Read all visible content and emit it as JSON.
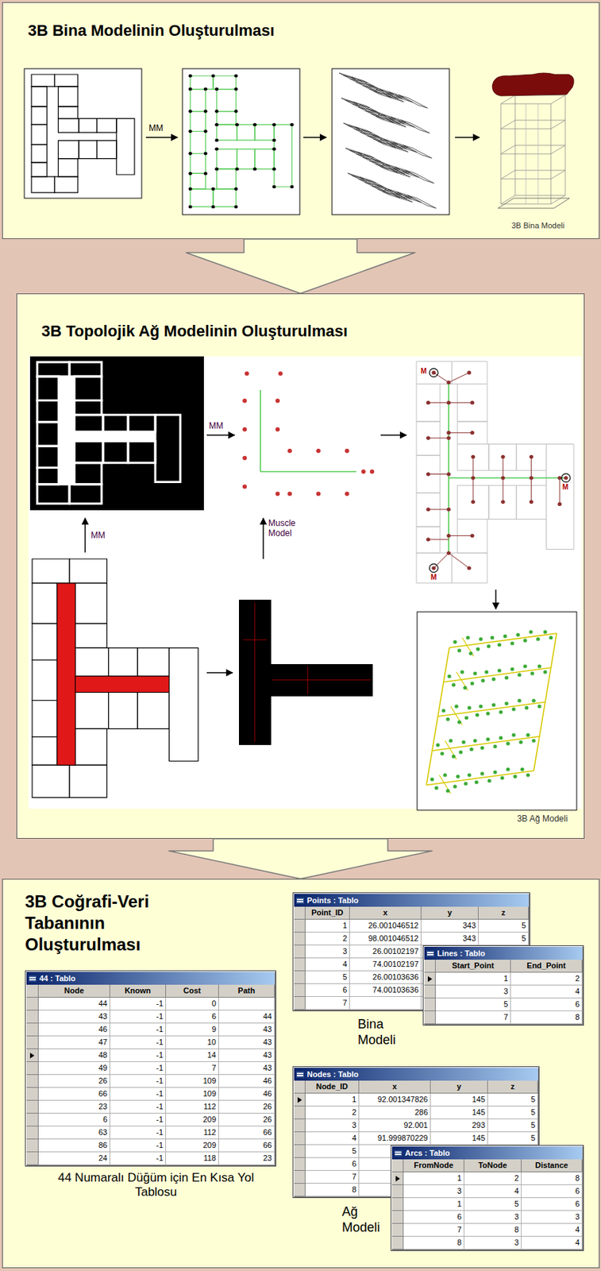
{
  "diagram": {
    "nodes": [
      {
        "text": [
          "3B Bina Modelinin Oluşturulması"
        ]
      },
      {
        "text": [
          "3B Topolojik Ağ Modelinin Oluşturulması"
        ]
      },
      {
        "text": [
          "3B Coğrafi-Veri Tabanının Oluşturulması"
        ]
      },
      {
        "text": [
          "44 : Tablo",
          "Node",
          "Known",
          "Cost",
          "Path",
          "44",
          "-1",
          "0",
          "43",
          "-1",
          "6",
          "44",
          "46",
          "-1",
          "9",
          "43",
          "47",
          "-1",
          "10",
          "43",
          "48",
          "-1",
          "14",
          "43",
          "49",
          "-1",
          "7",
          "43",
          "26",
          "-1",
          "109",
          "46",
          "66",
          "-1",
          "109",
          "46",
          "23",
          "-1",
          "112",
          "26",
          "6",
          "-1",
          "209",
          "26",
          "63",
          "-1",
          "112",
          "66",
          "86",
          "-1",
          "209",
          "66",
          "24",
          "-1",
          "118",
          "23"
        ],
        "in": 2
      },
      {
        "text": [
          "Points : Tablo",
          "Point_ID",
          "x",
          "y",
          "z",
          "1",
          "26.001046512",
          "343",
          "5",
          "2",
          "98.001046512",
          "343",
          "5",
          "3",
          "26.00102197",
          "4",
          "74.00102197",
          "5",
          "26.00103636",
          "6",
          "74.00103636",
          "7"
        ],
        "in": 2
      },
      {
        "text": [
          "Lines : Tablo",
          "Start_Point",
          "End_Point",
          "1",
          "2",
          "3",
          "4",
          "5",
          "6",
          "7",
          "8"
        ],
        "in": 2
      },
      {
        "text": [
          "Nodes : Tablo",
          "Node_ID",
          "x",
          "y",
          "z",
          "1",
          "92.001347826",
          "145",
          "5",
          "2",
          "286",
          "145",
          "5",
          "3",
          "92.001",
          "293",
          "5",
          "4",
          "91.999870229",
          "145",
          "5",
          "5",
          "6",
          "7",
          "8"
        ],
        "in": 2
      },
      {
        "text": [
          "Arcs : Tablo",
          "FromNode",
          "ToNode",
          "Distance",
          "1",
          "2",
          "8",
          "3",
          "4",
          "6",
          "1",
          "5",
          "6",
          "6",
          "3",
          "3",
          "7",
          "8",
          "4",
          "8",
          "3",
          "4"
        ],
        "in": 2
      }
    ],
    "edges": [
      {
        "from": 0,
        "to": 1,
        "arrow": "to"
      },
      {
        "from": 1,
        "to": 2,
        "arrow": "to"
      }
    ],
    "labels": [
      "MM",
      "3B Bina Modeli",
      "MM",
      "M",
      "M",
      "M",
      "MM",
      "Muscle Model",
      "3B Ağ Modeli",
      "44 Numaralı Düğüm için En Kısa Yol Tablosu",
      "Bina Modeli",
      "Ağ Modeli"
    ]
  }
}
